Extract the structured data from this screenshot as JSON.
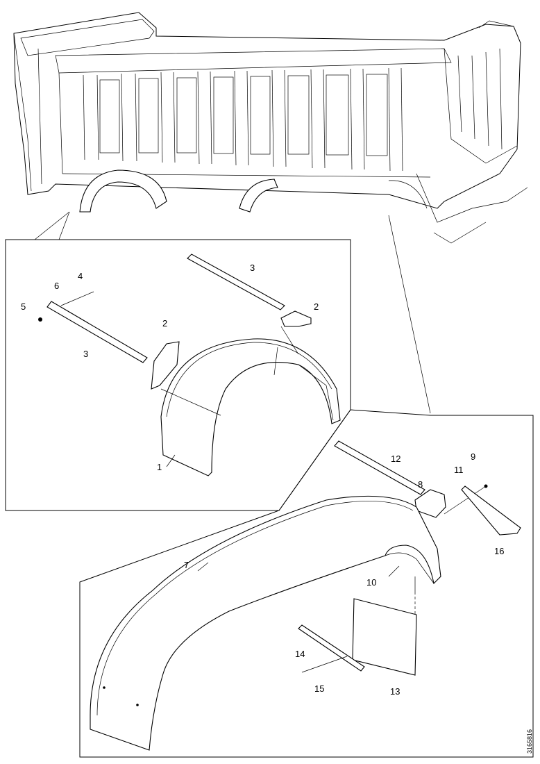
{
  "diagram": {
    "callouts": [
      "1",
      "2",
      "2",
      "3",
      "3",
      "4",
      "5",
      "6",
      "7",
      "8",
      "9",
      "10",
      "11",
      "12",
      "13",
      "14",
      "15",
      "16"
    ],
    "document_number": "3165816"
  }
}
